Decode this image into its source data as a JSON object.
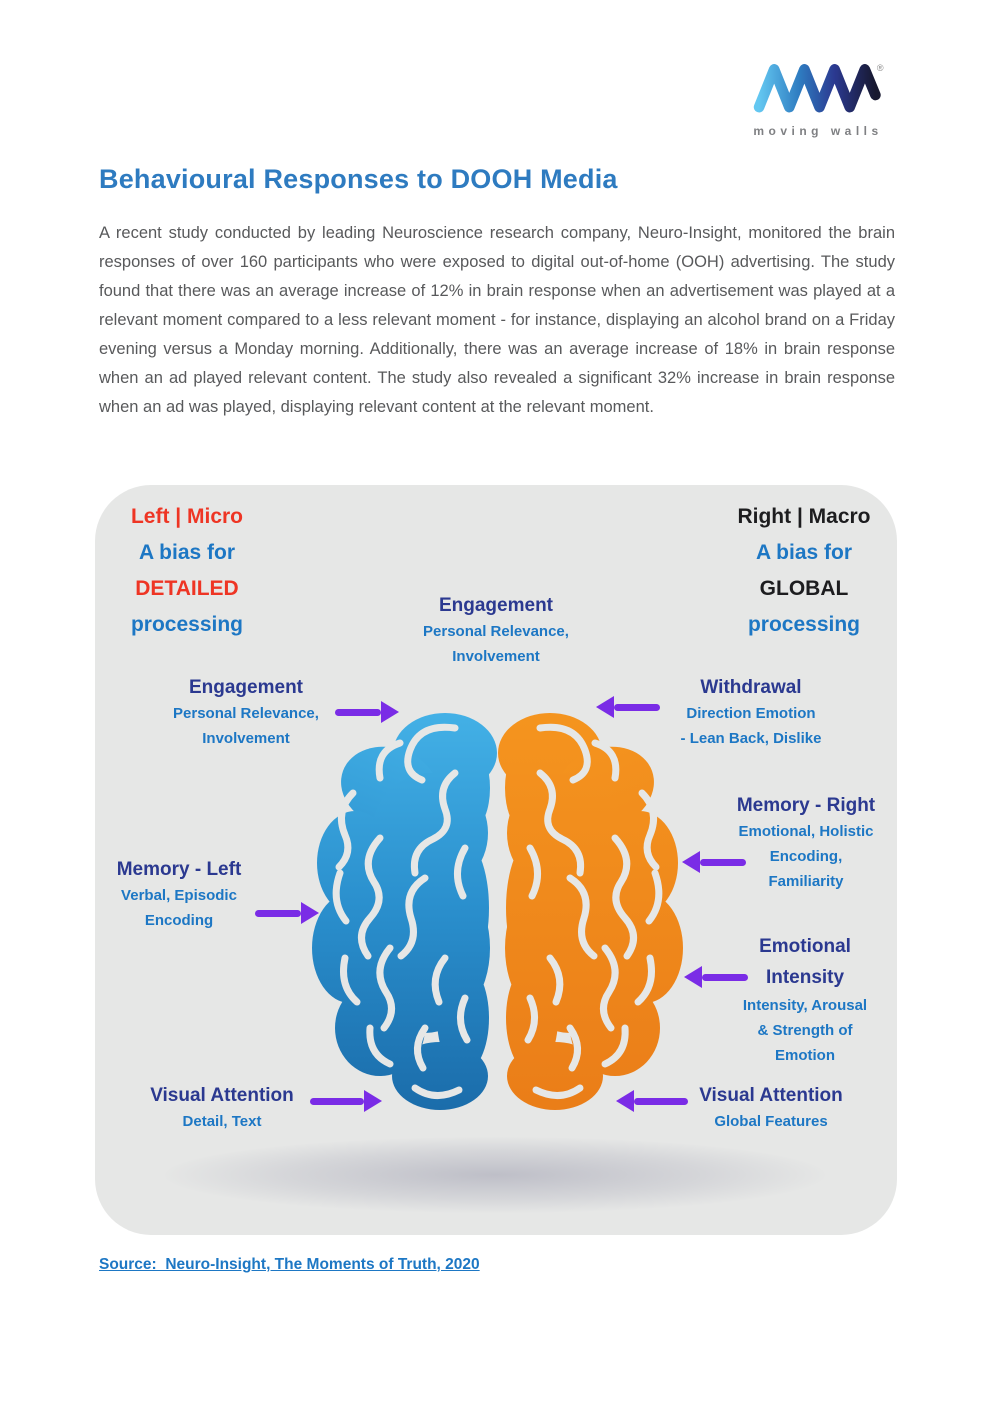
{
  "logo": {
    "tagline": "moving walls",
    "registered": "®"
  },
  "heading": {
    "title": "Behavioural Responses to DOOH Media"
  },
  "paragraph": "A recent study conducted by leading Neuroscience research company, Neuro-Insight, monitored the brain responses of over 160 participants who were exposed to digital out-of-home (OOH) advertising. The study found that there was an average increase of 12% in brain response when an advertisement was played at a relevant moment compared to a less relevant moment - for instance, displaying an alcohol brand on a Friday evening versus a Monday morning. Additionally, there was an average increase of 18% in brain response when an ad played relevant content. The study also revealed a significant 32% increase in brain response when an ad was played, displaying relevant content at the relevant moment.",
  "infographic": {
    "left_header": {
      "lines": [
        "Left | Micro",
        "A bias for",
        "DETAILED",
        "processing"
      ]
    },
    "right_header": {
      "lines": [
        "Right | Macro",
        "A bias for",
        "GLOBAL",
        "processing"
      ]
    },
    "labels": {
      "engagement_center": {
        "title": "Engagement",
        "lines": [
          "Personal Relevance,",
          "Involvement"
        ]
      },
      "engagement_left": {
        "title": "Engagement",
        "lines": [
          "Personal Relevance,",
          "Involvement"
        ]
      },
      "withdrawal": {
        "title": "Withdrawal",
        "lines": [
          "Direction Emotion",
          "- Lean Back, Dislike"
        ]
      },
      "memory_right": {
        "title": "Memory - Right",
        "lines": [
          "Emotional, Holistic",
          "Encoding,",
          "Familiarity"
        ]
      },
      "memory_left": {
        "title": "Memory - Left",
        "lines": [
          "Verbal, Episodic",
          "Encoding"
        ]
      },
      "emotional_intensity": {
        "title": "Emotional Intensity",
        "lines": [
          "Intensity, Arousal",
          "& Strength of",
          "Emotion"
        ]
      },
      "visual_attention_left": {
        "title": "Visual Attention",
        "lines": [
          "Detail, Text"
        ]
      },
      "visual_attention_right": {
        "title": "Visual Attention",
        "lines": [
          "Global Features"
        ]
      }
    },
    "colors": {
      "panel_bg": "#e6e7e6",
      "arrow": "#7a2ce6",
      "label_title": "#2b3990",
      "label_sub": "#1d77c4",
      "header_red": "#ee3524",
      "header_dark": "#1d1d1f",
      "brain_left_top": "#45b3e8",
      "brain_left_bottom": "#1a6ba9",
      "brain_right_top": "#f5951f",
      "brain_right_bottom": "#ea7d18"
    }
  },
  "source": {
    "label": "Source:  Neuro-Insight, The Moments of Truth, 2020"
  }
}
